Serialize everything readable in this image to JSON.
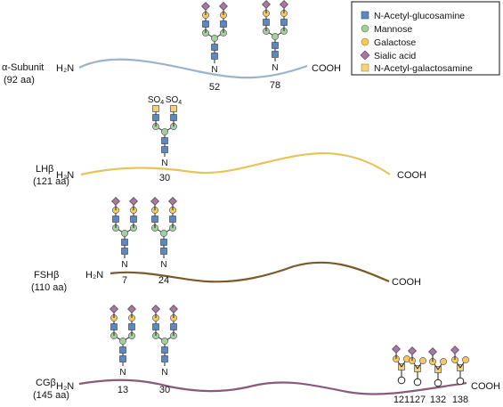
{
  "legend": {
    "items": [
      {
        "label": "N-Acetyl-glucosamine",
        "shape": "square",
        "color": "#5b89c0"
      },
      {
        "label": "Mannose",
        "shape": "circle",
        "color": "#a4cf9a"
      },
      {
        "label": "Galactose",
        "shape": "circle",
        "color": "#f3c85e"
      },
      {
        "label": "Sialic acid",
        "shape": "diamond",
        "color": "#a57aa1"
      },
      {
        "label": "N-Acetyl-galactosamine",
        "shape": "square",
        "color": "#f3d27a"
      }
    ]
  },
  "chains": [
    {
      "name": "α-Subunit",
      "length": "(92 aa)",
      "n_term": "H₂N",
      "c_term": "COOH",
      "color": "#9ab3cf",
      "n_glycans": [
        {
          "site": "52",
          "type": "biantennary-sialylated"
        },
        {
          "site": "78",
          "type": "biantennary-sialylated"
        }
      ],
      "o_glycans": []
    },
    {
      "name": "LHβ",
      "length": "(121 aa)",
      "n_term": "H₂N",
      "c_term": "COOH",
      "color": "#e8c35a",
      "n_glycans": [
        {
          "site": "30",
          "type": "biantennary-sulfated",
          "caps": [
            "SO4",
            "SO4"
          ]
        }
      ],
      "o_glycans": []
    },
    {
      "name": "FSHβ",
      "length": "(110 aa)",
      "n_term": "H₂N",
      "c_term": "COOH",
      "color": "#7a5a28",
      "n_glycans": [
        {
          "site": "7",
          "type": "biantennary-sialylated"
        },
        {
          "site": "24",
          "type": "biantennary-sialylated"
        }
      ],
      "o_glycans": []
    },
    {
      "name": "CGβ",
      "length": "(145 aa)",
      "n_term": "H₂N",
      "c_term": "COOH",
      "color": "#8a5a7a",
      "n_glycans": [
        {
          "site": "13",
          "type": "biantennary-sialylated"
        },
        {
          "site": "30",
          "type": "biantennary-sialylated"
        }
      ],
      "o_glycans": [
        {
          "site": "121"
        },
        {
          "site": "127"
        },
        {
          "site": "132"
        },
        {
          "site": "138"
        }
      ]
    }
  ],
  "glyph_labels": {
    "asn": "N",
    "ser_thr": "O"
  }
}
